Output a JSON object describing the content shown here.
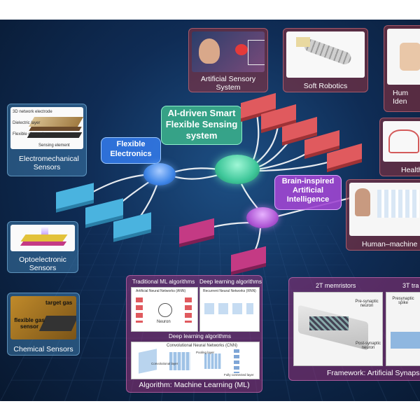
{
  "hub": {
    "title": "AI-driven Smart Flexible Sensing system"
  },
  "flexible_electronics": {
    "label": "Flexible Electronics"
  },
  "brain_inspired": {
    "label": "Brain-inspired Artificial Intelligence"
  },
  "sensors": {
    "electromechanical": {
      "caption": "Electromechanical Sensors",
      "inset": [
        "3D network electrode",
        "Dielectric layer",
        "Flexible electrode",
        "Sensing element"
      ]
    },
    "optoelectronic": {
      "caption": "Optoelectronic Sensors"
    },
    "chemical": {
      "caption": "Chemical Sensors",
      "inset": [
        "target gas",
        "flexible gas sensor"
      ]
    }
  },
  "applications": {
    "artificial_sensory": {
      "caption": "Artificial Sensory System"
    },
    "soft_robotics": {
      "caption": "Soft Robotics"
    },
    "human_identification": {
      "caption": "Hum Iden"
    },
    "health": {
      "caption": "Health"
    },
    "hmi": {
      "caption": "Human–machine"
    }
  },
  "ml_panel": {
    "caption": "Algorithm: Machine Learning (ML)",
    "traditional": "Traditional ML algorithms",
    "deep": "Deep learning algorithms",
    "deep2": "Deep learning algorithms",
    "ann": "Artificial Neural Networks (ANN)",
    "rnn": "Recurrent Neural Networks (RNN)",
    "cnn": "Convolutional Neural Networks (CNN)",
    "neuron": "Neuron",
    "conv_layer": "Convolutional layer",
    "pool_layer": "Pooling layer",
    "fc_layer": "Fully connected layer"
  },
  "synapse_panel": {
    "caption": "Framework: Artificial Synaps",
    "memristor": "2T memristors",
    "three_t": "3T tra",
    "pre": "Pre-synaptic neuron",
    "post": "Post-synaptic neuron",
    "pres_spike": "Presynaptic spike"
  },
  "colors": {
    "blue_node": "#3f86e8",
    "green_node": "#3fc79a",
    "purple_node": "#b059d6",
    "red_block": "#e05a5e",
    "magenta_block": "#c43a84",
    "cyan_block": "#4ab3df"
  }
}
